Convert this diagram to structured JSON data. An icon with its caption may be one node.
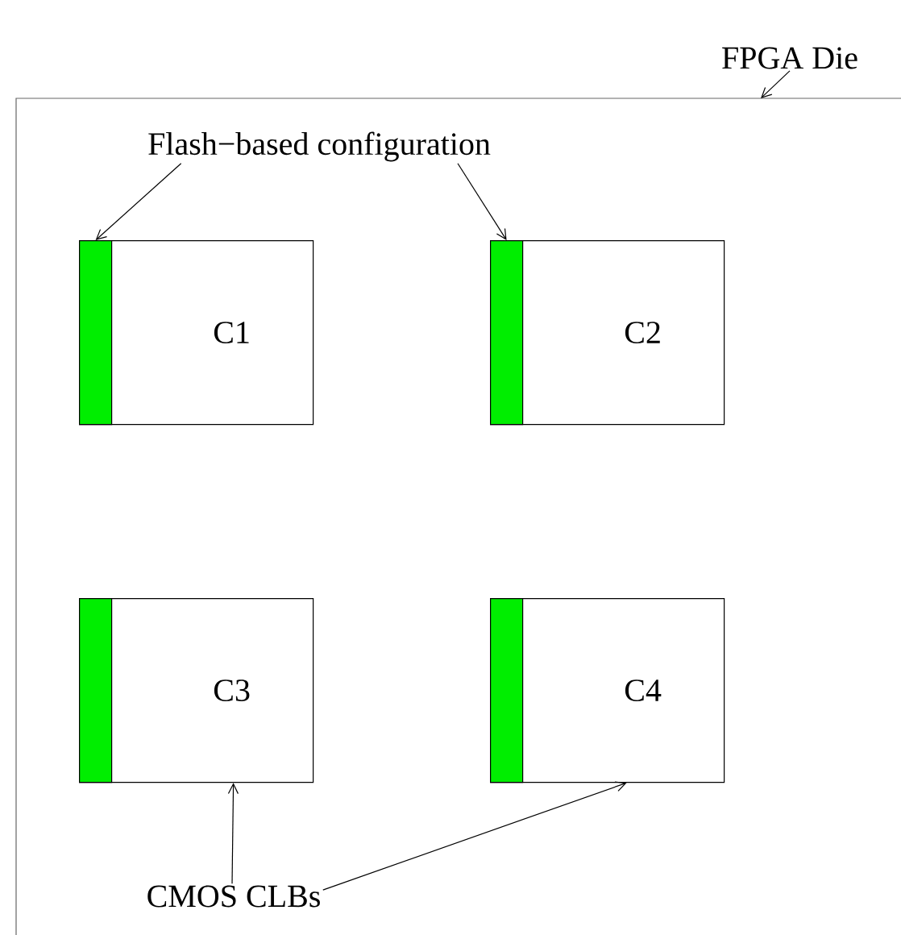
{
  "diagram": {
    "nodes": [
      {
        "text": [],
        "shape": "box"
      },
      {
        "text": [
          "FPGA Die"
        ]
      },
      {
        "text": [
          "Flash−based configuration"
        ],
        "in": 0
      },
      {
        "text": [
          "C1"
        ],
        "in": 0
      },
      {
        "text": [
          "C2"
        ],
        "in": 0
      },
      {
        "text": [
          "C3"
        ],
        "in": 0
      },
      {
        "text": [
          "C4"
        ],
        "in": 0
      },
      {
        "text": [],
        "shape": "bar",
        "in": 3
      },
      {
        "text": [],
        "shape": "bar",
        "in": 4
      },
      {
        "text": [],
        "shape": "bar",
        "in": 5
      },
      {
        "text": [],
        "shape": "bar",
        "in": 6
      },
      {
        "text": [
          "CMOS CLBs"
        ],
        "in": 0
      }
    ],
    "edges": [
      {
        "from": 1,
        "to": 0,
        "arrow": "to"
      },
      {
        "from": 2,
        "to": 7,
        "arrow": "to"
      },
      {
        "from": 2,
        "to": 8,
        "arrow": "to"
      },
      {
        "from": 11,
        "to": 5,
        "arrow": "to"
      },
      {
        "from": 11,
        "to": 6,
        "arrow": "to"
      }
    ]
  }
}
